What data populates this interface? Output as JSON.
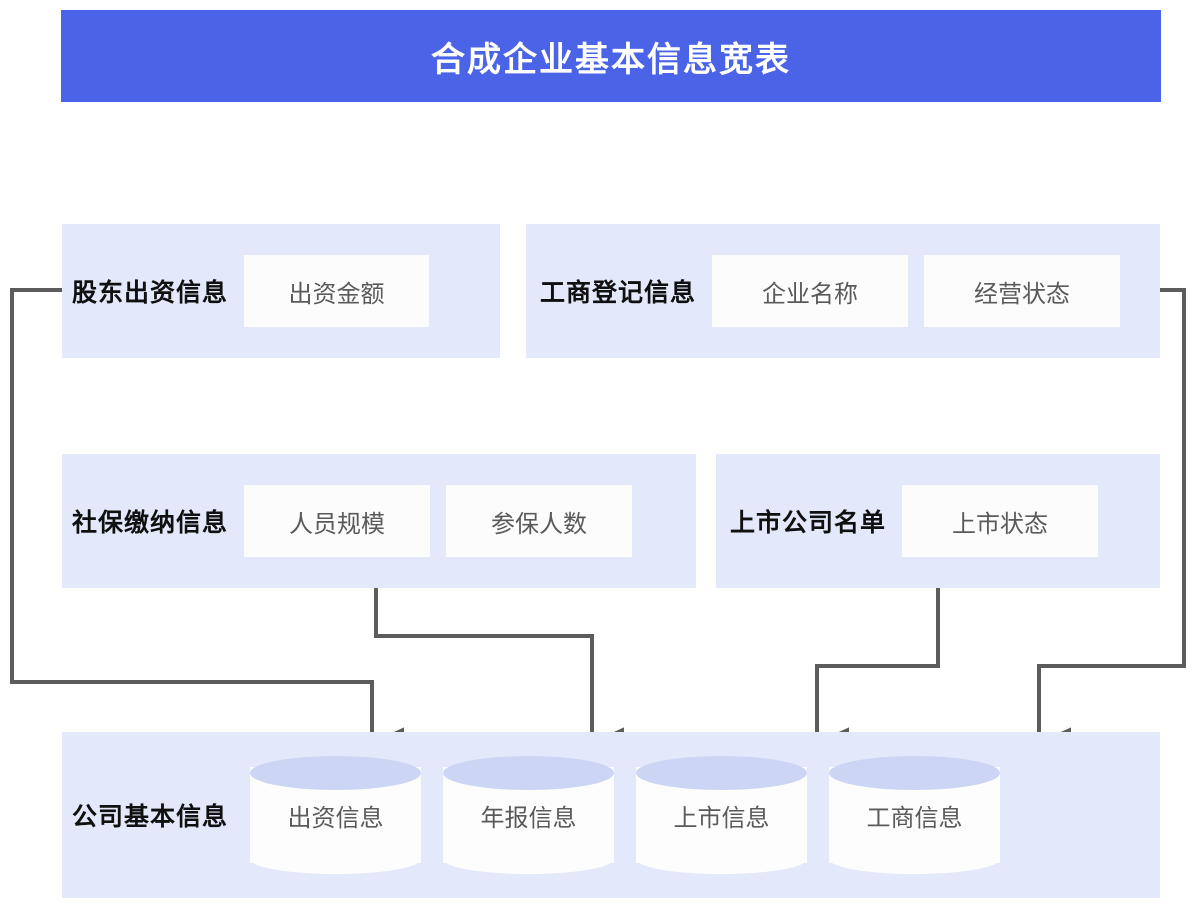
{
  "header": {
    "title": "合成企业基本信息宽表",
    "background_color": "#4a63e7",
    "text_color": "#ffffff"
  },
  "theme": {
    "panel_color": "#e3e8fb",
    "chip_color": "#fcfcfd",
    "chip_text_color": "#5a5a5a",
    "label_text_color": "#101010",
    "connector_color": "#5c5c5c",
    "cylinder_top_color": "#cdd5f4",
    "cylinder_body_color": "#fdfdfe"
  },
  "diagram": {
    "type": "data-lineage-flow",
    "source_groups": [
      {
        "id": "shareholder",
        "label": "股东出资信息",
        "fields": [
          "出资金额"
        ]
      },
      {
        "id": "registry",
        "label": "工商登记信息",
        "fields": [
          "企业名称",
          "经营状态"
        ]
      },
      {
        "id": "social",
        "label": "社保缴纳信息",
        "fields": [
          "人员规模",
          "参保人数"
        ]
      },
      {
        "id": "listed",
        "label": "上市公司名单",
        "fields": [
          "上市状态"
        ]
      }
    ],
    "target_group": {
      "id": "company",
      "label": "公司基本信息",
      "databases": [
        "出资信息",
        "年报信息",
        "上市信息",
        "工商信息"
      ]
    },
    "edges": [
      {
        "from": "股东出资信息",
        "to": "出资信息"
      },
      {
        "from": "社保缴纳信息",
        "to": "年报信息"
      },
      {
        "from": "上市公司名单",
        "to": "上市信息"
      },
      {
        "from": "工商登记信息",
        "to": "工商信息"
      }
    ]
  }
}
